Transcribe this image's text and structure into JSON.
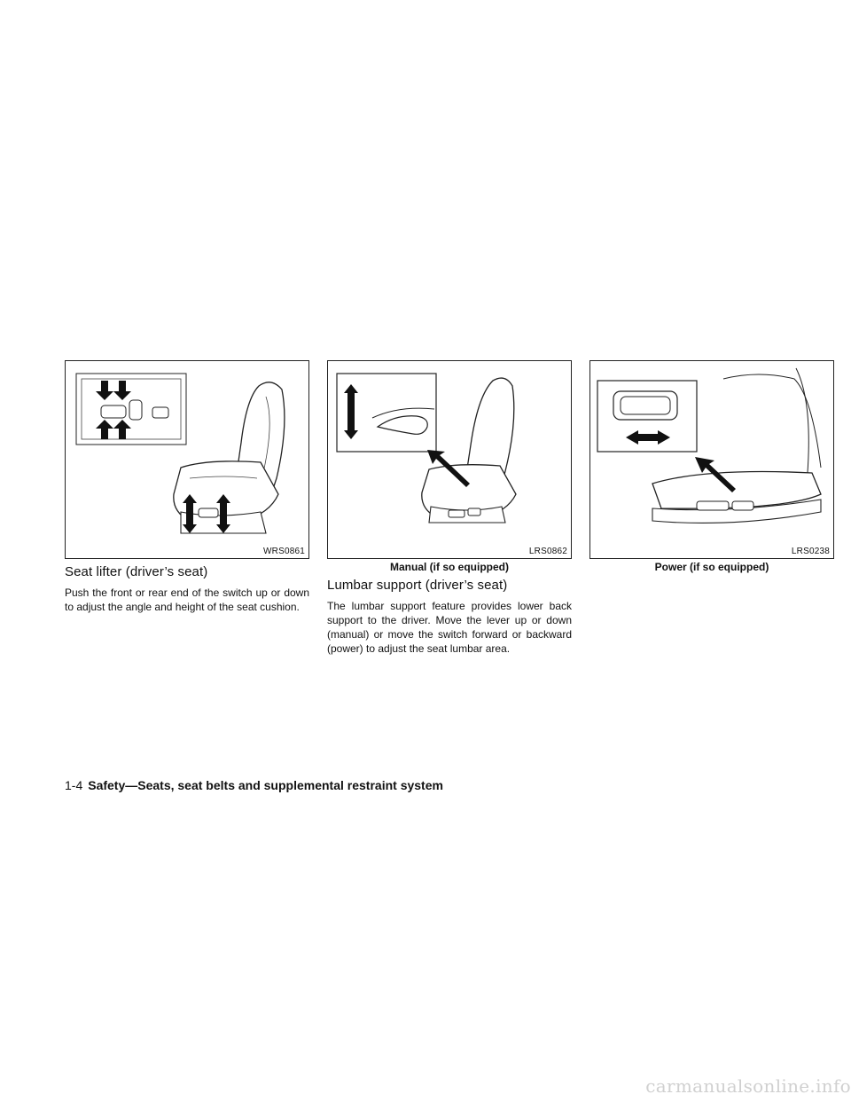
{
  "figures": [
    {
      "code": "WRS0861",
      "caption": ""
    },
    {
      "code": "LRS0862",
      "caption": "Manual (if so equipped)"
    },
    {
      "code": "LRS0238",
      "caption": "Power (if so equipped)"
    }
  ],
  "sections": [
    {
      "heading": "Seat lifter (driver’s seat)",
      "body": "Push the front or rear end of the switch up or down to adjust the angle and height of the seat cushion."
    },
    {
      "heading": "Lumbar support (driver’s seat)",
      "body": "The lumbar support feature provides lower back support to the driver. Move the lever up or down (manual) or move the switch forward or backward (power) to adjust the seat lumbar area."
    }
  ],
  "footer": {
    "page": "1-4",
    "title": "Safety—Seats, seat belts and supplemental restraint system"
  },
  "watermark": "carmanualsonline.info",
  "icons": [
    "seat-lifter-illustration",
    "lumbar-manual-illustration",
    "lumbar-power-illustration"
  ]
}
